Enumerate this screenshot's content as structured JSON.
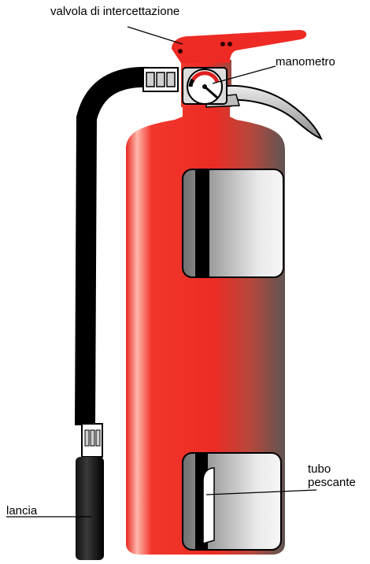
{
  "labels": {
    "valve": "valvola di intercettazione",
    "gauge": "manometro",
    "dip_tube_line1": "tubo",
    "dip_tube_line2": "pescante",
    "nozzle": "lancia"
  },
  "colors": {
    "body_red": "#ee2a24",
    "body_highlight": "#ffb3a8",
    "body_shadow": "#6a5a58",
    "hose": "#000000",
    "window_light": "#f2f2f2",
    "window_dark": "#7a7a7a",
    "gauge_red": "#e02020",
    "handle_grey": "#c8c8c8"
  }
}
